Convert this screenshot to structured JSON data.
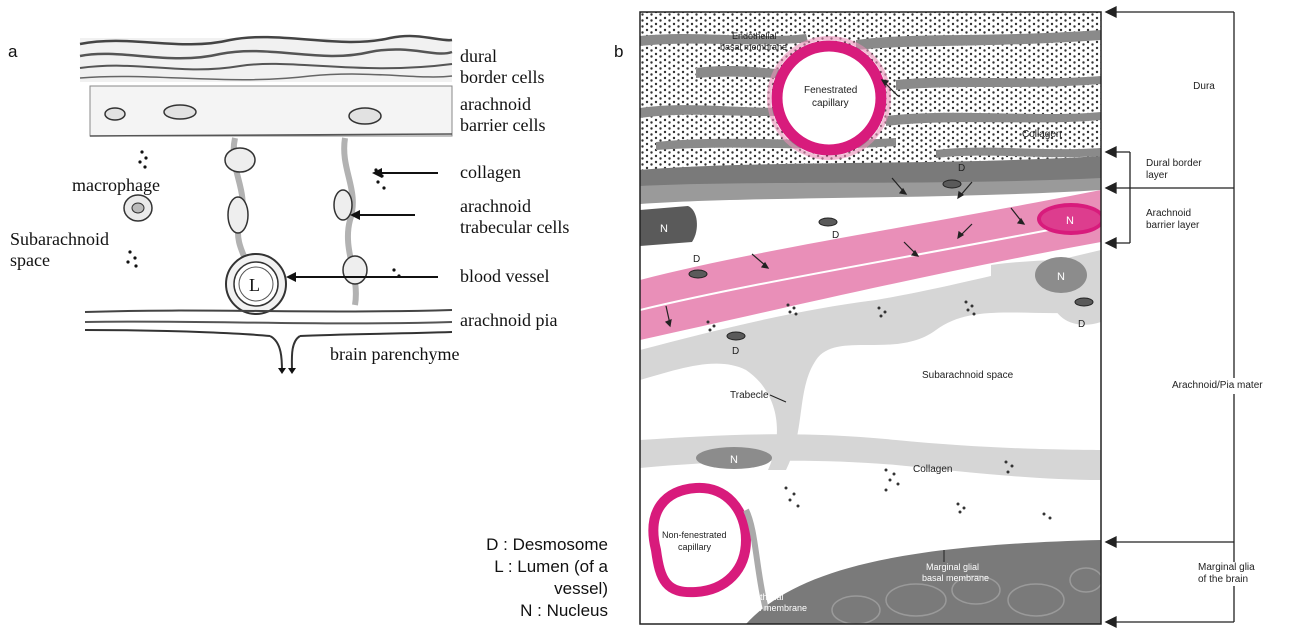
{
  "panel_a": {
    "letter": "a",
    "labels": {
      "dural_border_l1": "dural",
      "dural_border_l2": "border cells",
      "arach_barrier_l1": "arachnoid",
      "arach_barrier_l2": "barrier cells",
      "collagen": "collagen",
      "macrophage": "macrophage",
      "arach_trab_l1": "arachnoid",
      "arach_trab_l2": "trabecular cells",
      "subarach_l1": "Subarachnoid",
      "subarach_l2": "space",
      "blood_vessel": "blood vessel",
      "lumen": "L",
      "arach_pia": "arachnoid pia",
      "brain_parenchyme": "brain parenchyme"
    }
  },
  "panel_b": {
    "letter": "b",
    "labels": {
      "endothelial_top_l1": "Endothelial",
      "endothelial_top_l2": "basal membrane",
      "fenestrated_l1": "Fenestrated",
      "fenestrated_l2": "capillary",
      "collagen_top": "Collagen",
      "desmosome_d": "D",
      "nucleus_n": "N",
      "subarachnoid_space": "Subarachnoid space",
      "trabecle": "Trabecle",
      "collagen_bottom": "Collagen",
      "nonfen_l1": "Non-fenestrated",
      "nonfen_l2": "capillary",
      "marginal_basal_l1": "Marginal glial",
      "marginal_basal_l2": "basal membrane",
      "endothelial_bottom_l1": "endothelial",
      "endothelial_bottom_l2": "basal membrane"
    },
    "side_labels": {
      "dura": "Dura",
      "dural_border_l1": "Dural border",
      "dural_border_l2": "layer",
      "arach_barrier_l1": "Arachnoid",
      "arach_barrier_l2": "barrier layer",
      "arach_pia": "Arachnoid/Pia mater",
      "marginal_glia_l1": "Marginal glia",
      "marginal_glia_l2": "of the brain"
    }
  },
  "legend": {
    "d": "D : Desmosome",
    "l1": "L : Lumen (of a",
    "l2": "vessel)",
    "n": "N : Nucleus"
  },
  "colors": {
    "pink": "#e98fb8",
    "magenta": "#d81b7c",
    "dark_gray": "#707070",
    "mid_gray": "#a8a8a8",
    "light_gray": "#d6d6d6"
  }
}
